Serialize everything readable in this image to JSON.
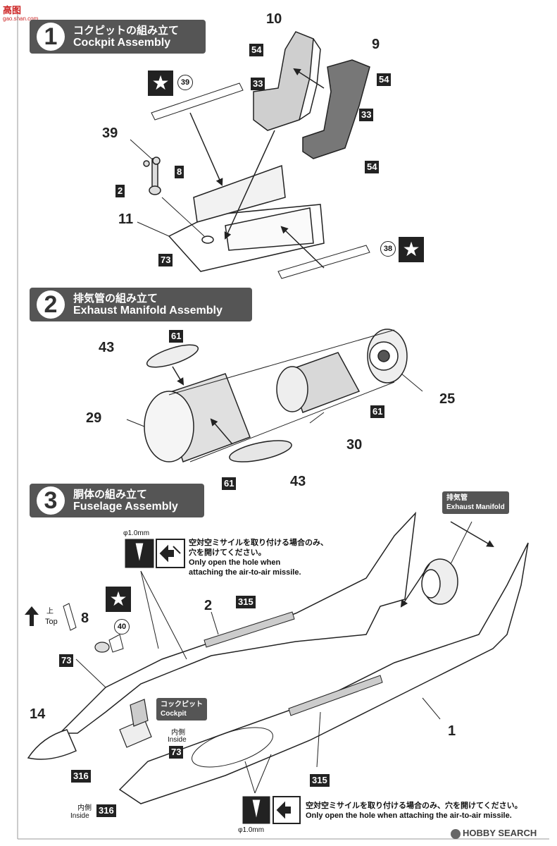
{
  "logo": {
    "mark": "高图",
    "site": "gao.shan.com"
  },
  "step1": {
    "num": "1",
    "jp": "コクピットの組み立て",
    "en": "Cockpit Assembly"
  },
  "step2": {
    "num": "2",
    "jp": "排気管の組み立て",
    "en": "Exhaust Manifold Assembly"
  },
  "step3": {
    "num": "3",
    "jp": "胴体の組み立て",
    "en": "Fuselage Assembly"
  },
  "parts1": {
    "p10": "10",
    "p9": "9",
    "p39": "39",
    "p2": "2",
    "p11": "11",
    "p54a": "54",
    "p54b": "54",
    "p54c": "54",
    "p33a": "33",
    "p33b": "33",
    "p8": "8",
    "p73": "73",
    "c39": "39",
    "c38": "38"
  },
  "parts2": {
    "p43a": "43",
    "p43b": "43",
    "p29": "29",
    "p30": "30",
    "p25": "25",
    "p61a": "61",
    "p61b": "61",
    "p61c": "61"
  },
  "parts3": {
    "p2": "2",
    "p1": "1",
    "p8": "8",
    "p14": "14",
    "p315a": "315",
    "p315b": "315",
    "p316a": "316",
    "p316b": "316",
    "p73a": "73",
    "p73b": "73",
    "c40": "40"
  },
  "labels3": {
    "exhaust_jp": "排気管",
    "exhaust_en": "Exhaust Manifold",
    "cockpit_jp": "コックピット",
    "cockpit_en": "Cockpit",
    "top_jp": "上",
    "top_en": "Top",
    "inside_jp_a": "内側",
    "inside_en_a": "Inside",
    "inside_jp_b": "内側",
    "inside_en_b": "Inside",
    "drill_top": "φ1.0mm",
    "drill_bottom": "φ1.0mm",
    "note_top_jp_1": "空対空ミサイルを取り付ける場合のみ、",
    "note_top_jp_2": "穴を開けてください。",
    "note_top_en_1": "Only open the hole when",
    "note_top_en_2": "attaching the air-to-air missile.",
    "note_bot_jp": "空対空ミサイルを取り付ける場合のみ、穴を開けてください。",
    "note_bot_en": "Only open the hole when attaching the air-to-air missile."
  },
  "watermark": "HOBBY SEARCH"
}
